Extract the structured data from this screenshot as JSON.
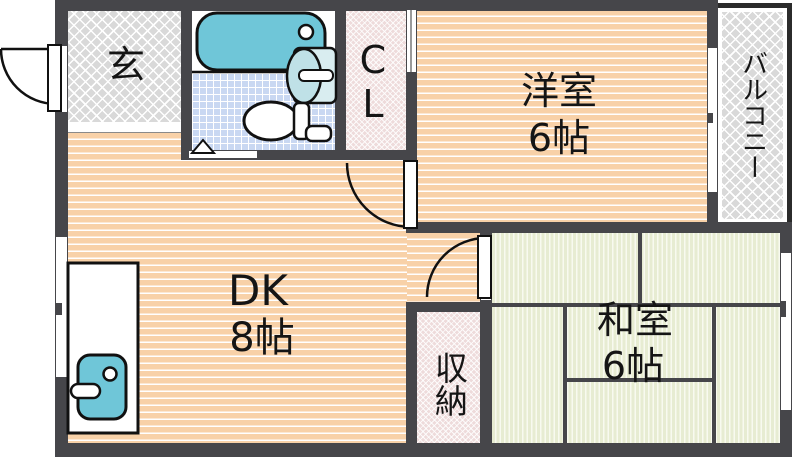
{
  "plan_title": "apartment-floor-plan",
  "rooms": {
    "genkan": {
      "label": "玄"
    },
    "closet": {
      "label": "CL"
    },
    "western_room": {
      "label": "洋室",
      "size": "6帖"
    },
    "balcony": {
      "label": "バルコニー"
    },
    "dk": {
      "label": "DK",
      "size": "8帖"
    },
    "storage": {
      "label": "収納"
    },
    "japanese_room": {
      "label": "和室",
      "size": "6帖"
    }
  },
  "colors": {
    "wall": "#46464a",
    "room_orange": "#f8d1a8",
    "tatami_green": "#e7ecd2",
    "hatch_gray": "#d9d9d9",
    "closet_pink": "#eedbdb",
    "tile_blue": "#c9d8f2",
    "fixture_teal": "#6fc6d8"
  }
}
